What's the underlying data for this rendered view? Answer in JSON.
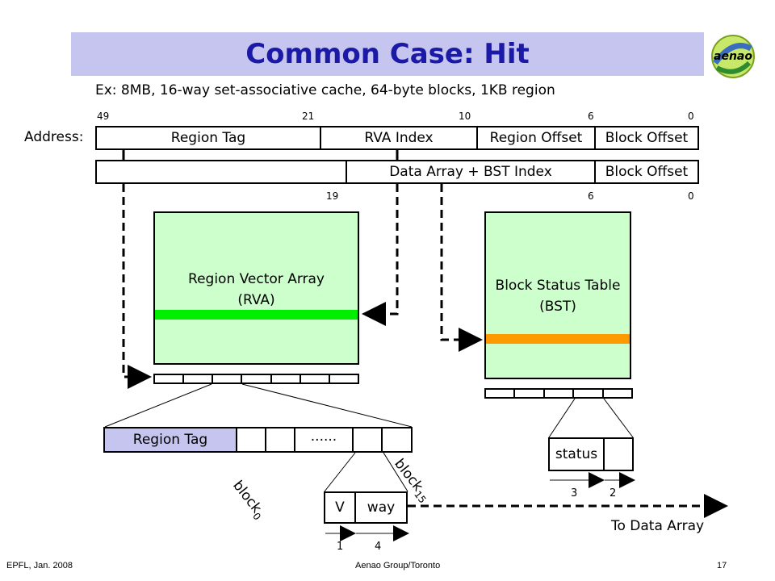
{
  "title": "Common Case: Hit",
  "subtitle": "Ex: 8MB, 16-way set-associative cache, 64-byte blocks, 1KB region",
  "address_label": "Address:",
  "address_top": {
    "bits": [
      "49",
      "21",
      "10",
      "6",
      "0"
    ],
    "fields": [
      "Region Tag",
      "RVA Index",
      "Region Offset",
      "Block Offset"
    ]
  },
  "address_bottom": {
    "bits": [
      "19",
      "6",
      "0"
    ],
    "fields": [
      "",
      "Data Array + BST Index",
      "Block Offset"
    ]
  },
  "rva": {
    "line1": "Region Vector Array",
    "line2": "(RVA)",
    "highlight_color": "#00ee00"
  },
  "bst": {
    "line1": "Block Status Table",
    "line2": "(BST)",
    "highlight_color": "#ff9900"
  },
  "region_entry": {
    "tag": "Region Tag",
    "ellipsis": "......"
  },
  "block0_label": "block",
  "block0_sub": "0",
  "block15_label": "block",
  "block15_sub": "15",
  "vector_entry": {
    "v": "V",
    "way": "way",
    "bits": [
      "1",
      "4"
    ]
  },
  "status_entry": {
    "status": "status",
    "bits": [
      "3",
      "2"
    ]
  },
  "to_data_array": "To Data Array",
  "footer": {
    "left": "EPFL, Jan. 2008",
    "center": "Aenao Group/Toronto",
    "page": "17"
  },
  "colors": {
    "title_text": "#1a1aa6",
    "title_bar": "#c5c5ef",
    "box_fill": "#ccffcc",
    "region_tag_fill": "#c5c5ef"
  },
  "logo_text": "aenao"
}
